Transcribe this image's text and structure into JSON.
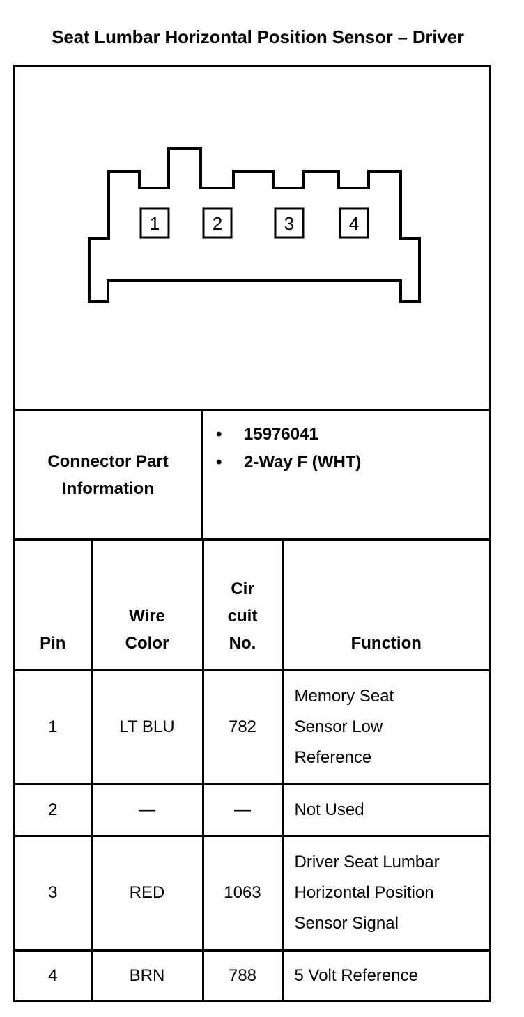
{
  "title": "Seat Lumbar Horizontal Position Sensor  – Driver",
  "connector": {
    "pin_labels": [
      "1",
      "2",
      "3",
      "4"
    ]
  },
  "connector_part": {
    "label_line1": "Connector Part",
    "label_line2": "Information",
    "items": [
      "15976041",
      "2-Way F (WHT)"
    ]
  },
  "table": {
    "headers": {
      "pin": "Pin",
      "wire_color": [
        "Wire",
        "Color"
      ],
      "circuit": [
        "Cir",
        "cuit",
        "No."
      ],
      "function": "Function"
    },
    "rows": [
      {
        "pin": "1",
        "wire": "LT BLU",
        "circuit": "782",
        "function": [
          "Memory Seat",
          "Sensor Low",
          "Reference"
        ]
      },
      {
        "pin": "2",
        "wire": "—",
        "circuit": "—",
        "function": [
          "Not Used"
        ]
      },
      {
        "pin": "3",
        "wire": "RED",
        "circuit": "1063",
        "function": [
          "Driver Seat Lumbar",
          "Horizontal Position",
          "Sensor Signal"
        ]
      },
      {
        "pin": "4",
        "wire": "BRN",
        "circuit": "788",
        "function": [
          "5 Volt Reference"
        ]
      }
    ]
  }
}
